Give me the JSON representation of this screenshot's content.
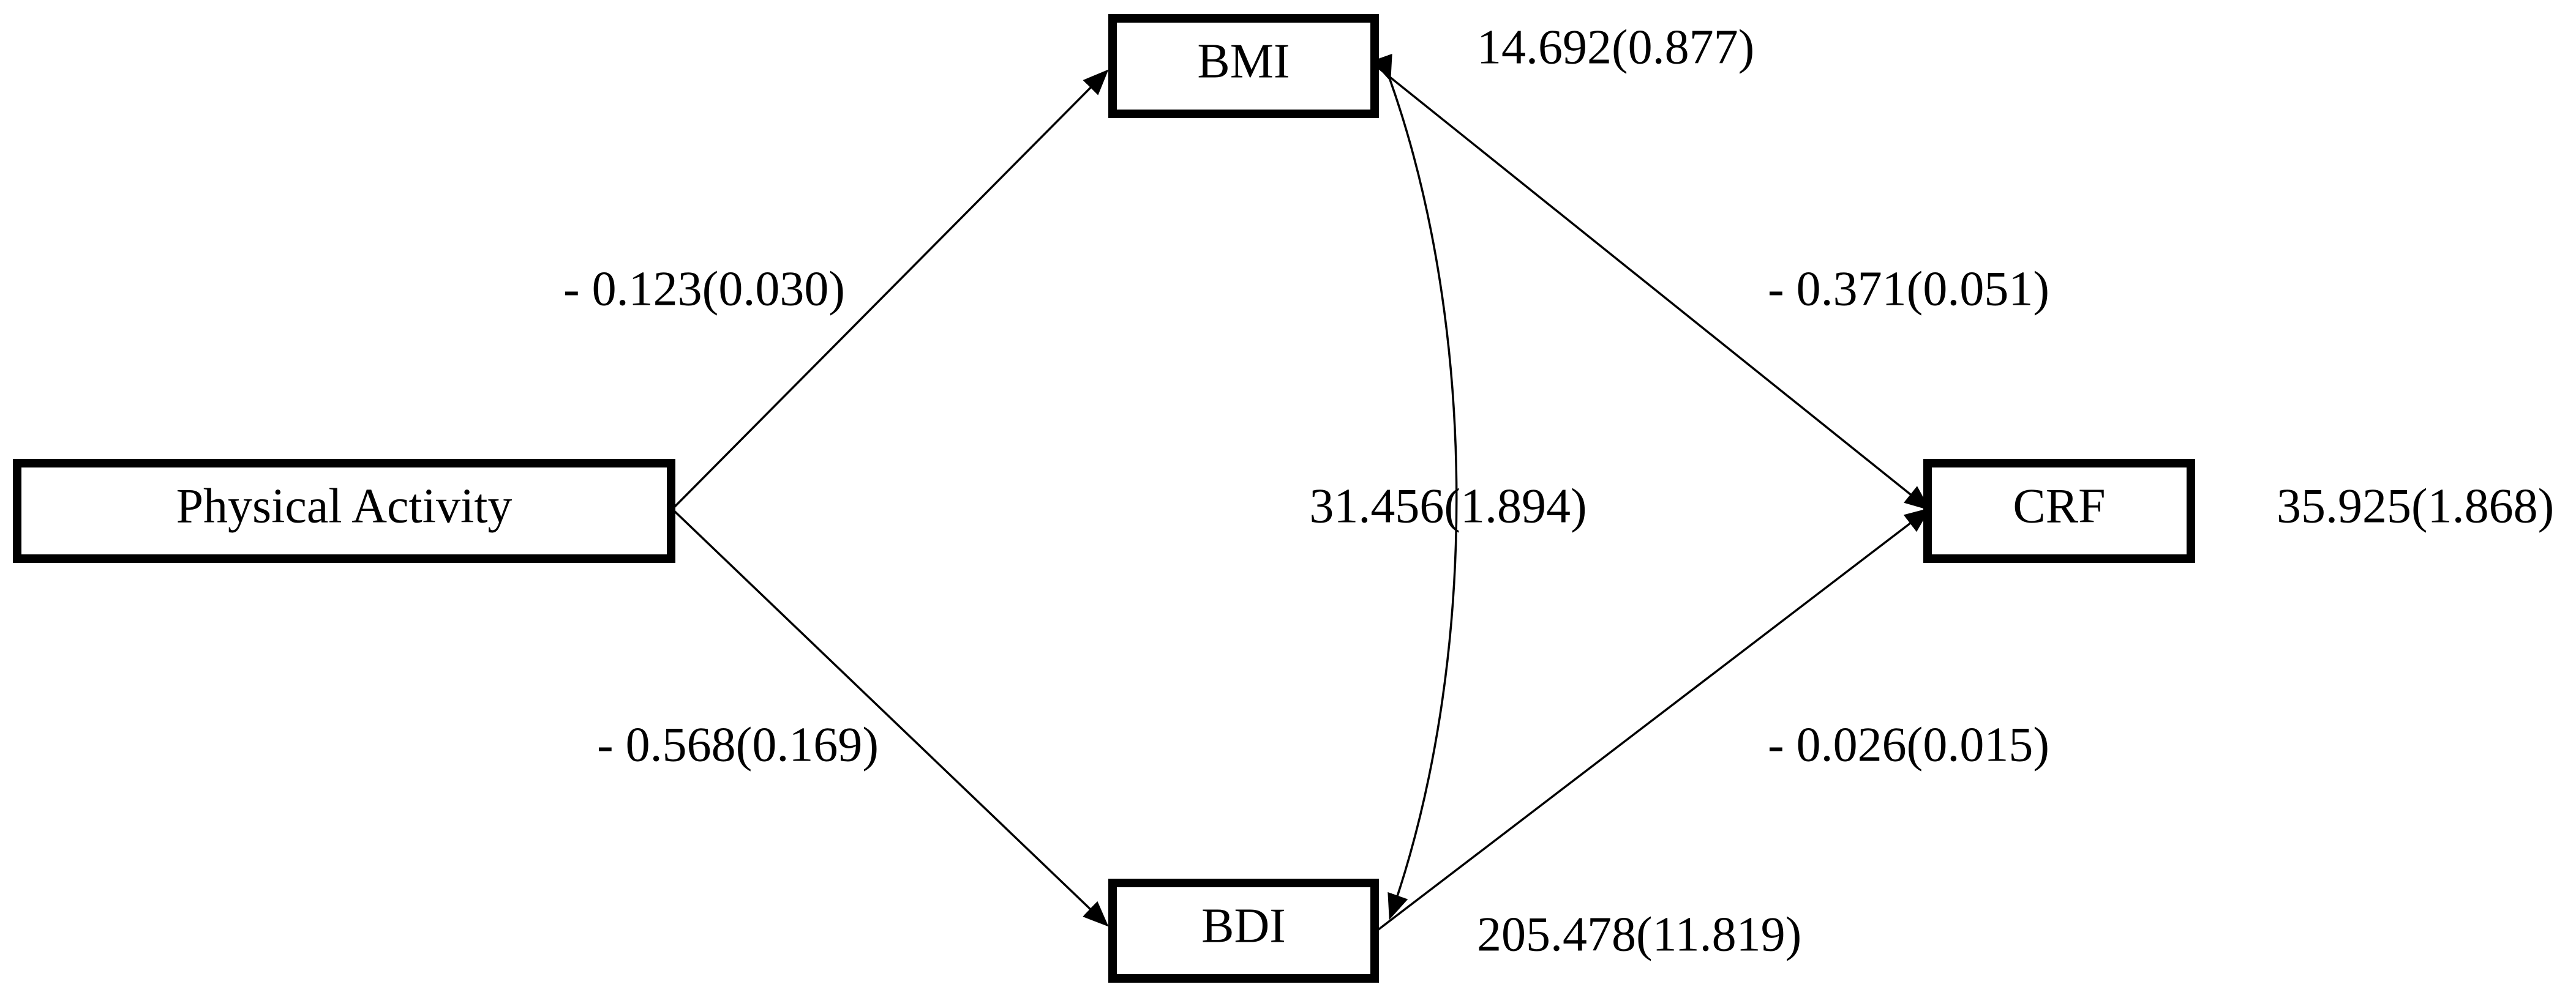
{
  "nodes": {
    "physical_activity": "Physical Activity",
    "bmi": "BMI",
    "bdi": "BDI",
    "crf": "CRF"
  },
  "paths": {
    "pa_to_bmi": "- 0.123(0.030)",
    "pa_to_bdi": "- 0.568(0.169)",
    "bmi_to_crf": "- 0.371(0.051)",
    "bdi_to_crf": "- 0.026(0.015)",
    "bmi_bdi_covariance": "31.456(1.894)"
  },
  "variances": {
    "bmi": "14.692(0.877)",
    "bdi": "205.478(11.819)",
    "crf": "35.925(1.868)"
  },
  "colors": {
    "stroke": "#000000",
    "background": "#ffffff"
  }
}
